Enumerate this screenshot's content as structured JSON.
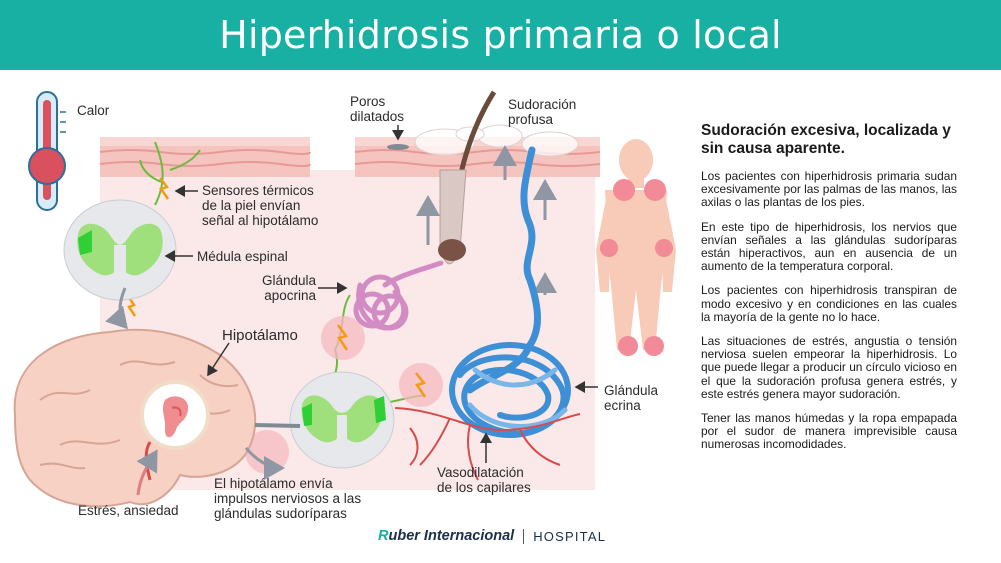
{
  "header": {
    "title": "Hiperhidrosis primaria o local"
  },
  "illustration": {
    "calor": "Calor",
    "poros": [
      "Poros",
      "dilatados"
    ],
    "sudoracion": [
      "Sudoración",
      "profusa"
    ],
    "sensores": [
      "Sensores térmicos",
      "de la piel envían",
      "señal al hipotálamo"
    ],
    "medula": "Médula espinal",
    "glandula_apocrina": [
      "Glándula",
      "apocrina"
    ],
    "hipotalamo": "Hipotálamo",
    "glandula_ecrina": [
      "Glándula",
      "ecrina"
    ],
    "vasodilatacion": [
      "Vasodilatación",
      "de los capilares"
    ],
    "impulsos": [
      "El hipotálamo envía",
      "impulsos nerviosos a las",
      "glándulas sudoríparas"
    ],
    "estres": "Estrés, ansiedad"
  },
  "panel": {
    "heading": "Sudoración excesiva, localizada y sin causa aparente.",
    "paragraphs": [
      "Los pacientes con hiperhidrosis primaria sudan excesivamente por las palmas de las manos, las axilas o las plantas de los pies.",
      "En este tipo de hiperhidrosis, los nervios que envían señales a las glándulas sudoríparas están hiperactivos, aun en ausencia de un aumento de la temperatura corporal.",
      "Los pacientes con hiperhidrosis transpiran de modo excesivo y en condiciones en las cuales la mayoría de la gente no lo hace.",
      "Las situaciones de estrés, angustia o tensión nerviosa suelen empeorar la hiperhidrosis. Lo que puede llegar a producir un círculo vicioso en el que la sudoración profusa genera estrés, y este estrés genera mayor sudoración.",
      "Tener las manos húmedas y la ropa empapada por el sudor de manera imprevisible causa numerosas incomodidades."
    ]
  },
  "footer": {
    "brand_r": "R",
    "brand_rest": "uber Internacional",
    "hospital": "HOSPITAL"
  },
  "colors": {
    "teal": "#17b0a2",
    "skin": "#f2b3ae",
    "blue": "#3d8fd6",
    "pink": "#e98b9a",
    "green": "#7ed957"
  }
}
